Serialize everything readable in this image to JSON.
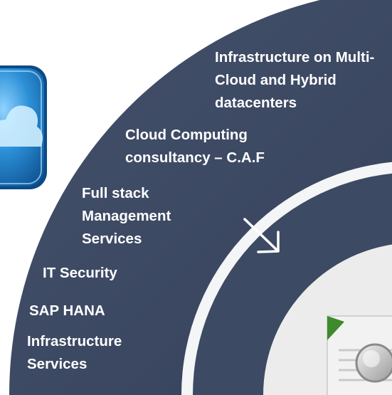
{
  "diagram": {
    "colors": {
      "arc_band": "#3d4a63",
      "arc_gap": "#f3f5f7",
      "inner_surface": "#ececec",
      "label_text": "#ffffff",
      "icon_blue": "#2b8fd6",
      "accent_green": "#3d8b2a"
    },
    "labels": [
      {
        "line1": "Infrastructure on  Multi-",
        "line2": "Cloud and  Hybrid",
        "line3": "datacenters"
      },
      {
        "line1": "Cloud Computing",
        "line2": "consultancy – C.A.F"
      },
      {
        "line1": "Full stack",
        "line2": "Management",
        "line3": "Services"
      },
      {
        "line1": "IT Security"
      },
      {
        "line1": "SAP HANA"
      },
      {
        "line1": "Infrastructure",
        "line2": "Services"
      }
    ],
    "icons": {
      "cloud": "cloud-icon",
      "arrow": "arrow-down-right-icon",
      "document": "document-icon"
    }
  }
}
